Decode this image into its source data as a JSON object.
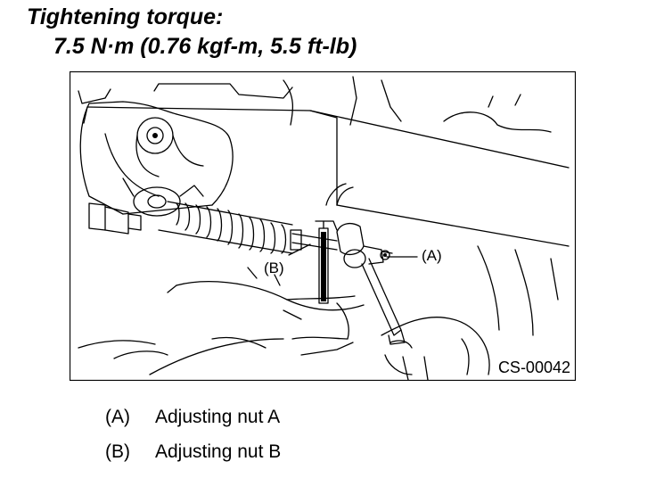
{
  "heading": {
    "title": "Tightening torque:",
    "value": "7.5 N·m (0.76 kgf-m, 5.5 ft-lb)"
  },
  "figure": {
    "code": "CS-00042",
    "callout_a": "(A)",
    "callout_b": "(B)"
  },
  "legend": [
    {
      "key": "(A)",
      "label": "Adjusting nut A"
    },
    {
      "key": "(B)",
      "label": "Adjusting nut B"
    }
  ]
}
